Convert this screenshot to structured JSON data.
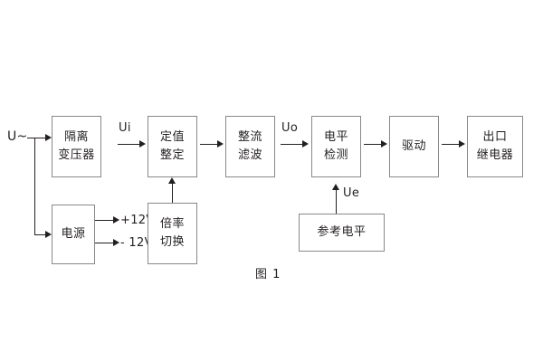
{
  "figure": {
    "caption": "图 1",
    "input_label": "U~",
    "colors": {
      "box_border": "#888888",
      "line": "#231f20",
      "text": "#231f20",
      "background": "#ffffff"
    }
  },
  "blocks": [
    {
      "id": "isolation-transformer",
      "line1": "隔离",
      "line2": "变压器"
    },
    {
      "id": "setting-adjust",
      "line1": "定值",
      "line2": "整定"
    },
    {
      "id": "rectify-filter",
      "line1": "整流",
      "line2": "滤波"
    },
    {
      "id": "level-detect",
      "line1": "电平",
      "line2": "检测"
    },
    {
      "id": "drive",
      "line1": "驱动",
      "line2": ""
    },
    {
      "id": "output-relay",
      "line1": "出口",
      "line2": "继电器"
    },
    {
      "id": "power-supply",
      "line1": "电源",
      "line2": ""
    },
    {
      "id": "multiplier-switch",
      "line1": "倍率",
      "line2": "切换"
    },
    {
      "id": "reference-level",
      "line1": "参考电平",
      "line2": ""
    }
  ],
  "signals": {
    "ui": "Ui",
    "uo": "Uo",
    "ue": "Ue",
    "plus12v": "+12V",
    "minus12v": "- 12V"
  }
}
